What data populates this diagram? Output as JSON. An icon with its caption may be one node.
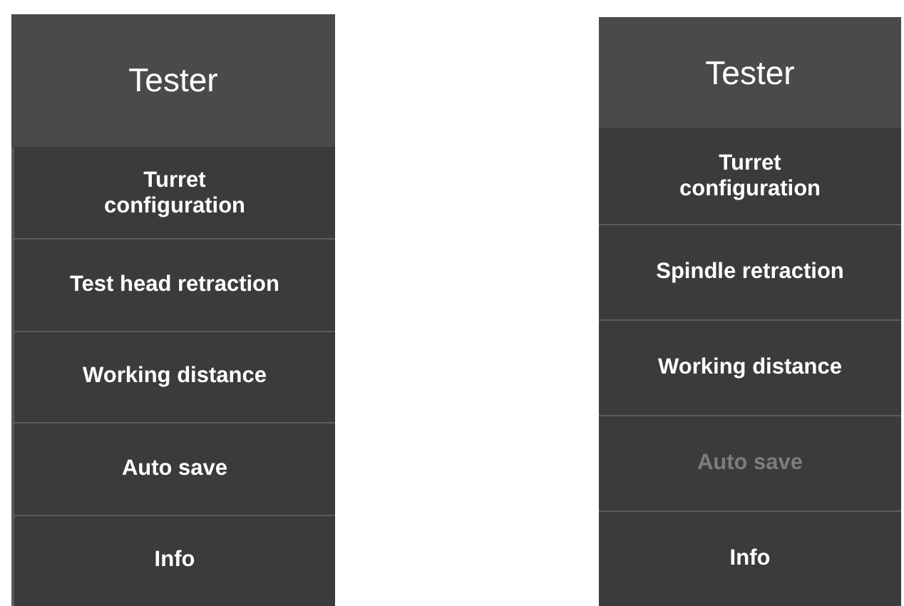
{
  "diagram": {
    "nodes": [
      {
        "text": [
          "Tester"
        ]
      },
      {
        "text": [
          "Turret configuration"
        ],
        "in": 0
      },
      {
        "text": [
          "Test head retraction"
        ],
        "in": 0
      },
      {
        "text": [
          "Working distance"
        ],
        "in": 0
      },
      {
        "text": [
          "Auto save"
        ],
        "in": 0
      },
      {
        "text": [
          "Info"
        ],
        "in": 0
      },
      {
        "text": [
          "Tester"
        ]
      },
      {
        "text": [
          "Turret configuration"
        ],
        "in": 6
      },
      {
        "text": [
          "Spindle retraction"
        ],
        "in": 6
      },
      {
        "text": [
          "Working distance"
        ],
        "in": 6
      },
      {
        "text": [
          "Auto save"
        ],
        "in": 6
      },
      {
        "text": [
          "Info"
        ],
        "in": 6
      }
    ]
  }
}
